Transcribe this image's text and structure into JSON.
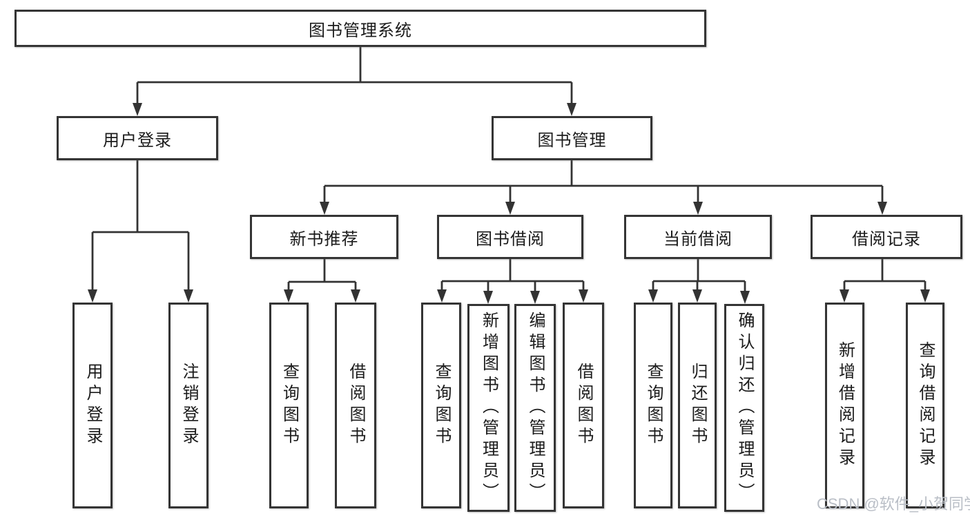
{
  "diagram": {
    "root": {
      "label": "图书管理系统"
    },
    "branches": [
      {
        "label": "用户登录",
        "children": [
          {
            "label": "用户登录"
          },
          {
            "label": "注销登录"
          }
        ]
      },
      {
        "label": "图书管理",
        "children": [
          {
            "label": "新书推荐",
            "children": [
              {
                "label": "查询图书"
              },
              {
                "label": "借阅图书"
              }
            ]
          },
          {
            "label": "图书借阅",
            "children": [
              {
                "label": "查询图书"
              },
              {
                "label": "新增图书（管理员）"
              },
              {
                "label": "编辑图书（管理员）"
              },
              {
                "label": "借阅图书"
              }
            ]
          },
          {
            "label": "当前借阅",
            "children": [
              {
                "label": "查询图书"
              },
              {
                "label": "归还图书"
              },
              {
                "label": "确认归还（管理员）"
              }
            ]
          },
          {
            "label": "借阅记录",
            "children": [
              {
                "label": "新增借阅记录"
              },
              {
                "label": "查询借阅记录"
              }
            ]
          }
        ]
      }
    ]
  },
  "watermark": {
    "text": "CSDN @软件_小贺同学"
  },
  "colors": {
    "line": "#333333",
    "box_border": "#343434",
    "background": "#ffffff",
    "text": "#1b1b1b",
    "watermark": "#b9bec6"
  }
}
